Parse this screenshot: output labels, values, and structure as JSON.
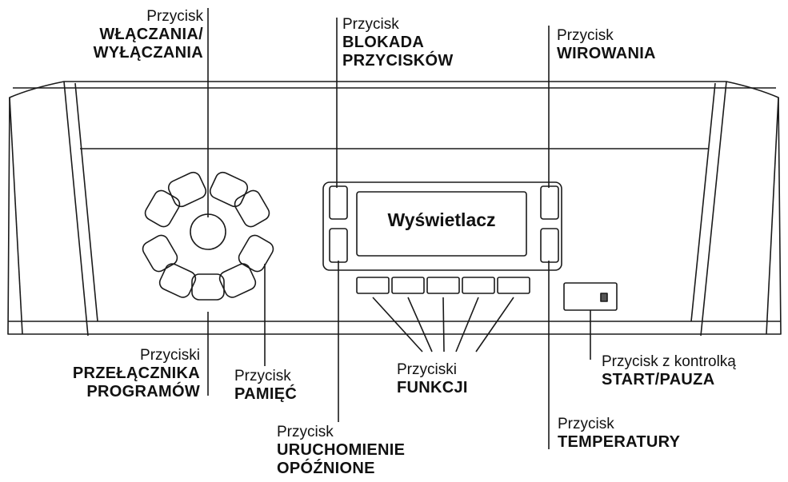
{
  "display": {
    "label": "Wyświetlacz"
  },
  "labels": {
    "power": {
      "line1": "Przycisk",
      "line2": "WŁĄCZANIA/",
      "line3": "WYŁĄCZANIA"
    },
    "lock": {
      "line1": "Przycisk",
      "line2": "BLOKADA",
      "line3": "PRZYCISKÓW"
    },
    "spin": {
      "line1": "Przycisk",
      "line2": "WIROWANIA"
    },
    "program": {
      "line1": "Przyciski",
      "line2": "PRZEŁĄCZNIKA",
      "line3": "PROGRAMÓW"
    },
    "memory": {
      "line1": "Przycisk",
      "line2": "PAMIĘĆ"
    },
    "delay": {
      "line1": "Przycisk",
      "line2": "URUCHOMIENIE",
      "line3": "OPÓŹNIONE"
    },
    "functions": {
      "line1": "Przyciski",
      "line2": "FUNKCJI"
    },
    "start": {
      "line1": "Przycisk z kontrolką",
      "line2": "START/PAUZA"
    },
    "temperature": {
      "line1": "Przycisk",
      "line2": "TEMPERATURY"
    }
  },
  "colors": {
    "stroke": "#1a1a1a",
    "background": "#ffffff",
    "text": "#111111"
  }
}
